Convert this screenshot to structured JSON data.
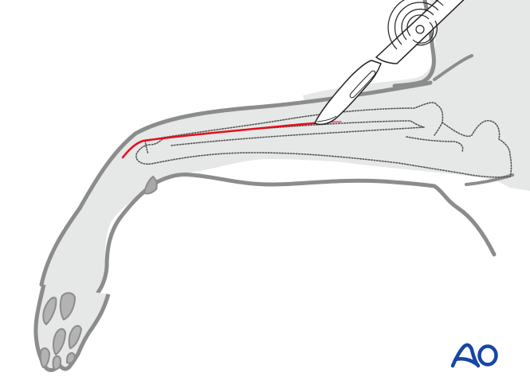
{
  "illustration": {
    "subject": "Canine forelimb, lateral view, skin incision along humerus",
    "colors": {
      "background": "#ffffff",
      "skin_fill": "#e6e7e7",
      "skin_outline": "#8c8c8c",
      "pad_fill": "#b3b3b3",
      "bone_dotted": "#555555",
      "incision": "#e3101b",
      "scalpel_outline": "#222222",
      "scalpel_fill": "#ffffff",
      "logo": "#1746a2"
    },
    "elements": {
      "limb": "forelimb",
      "bone": "humerus (dotted outline)",
      "incision": "skin incision line",
      "instrument": "scalpel"
    }
  },
  "logo": {
    "text": "AO"
  }
}
